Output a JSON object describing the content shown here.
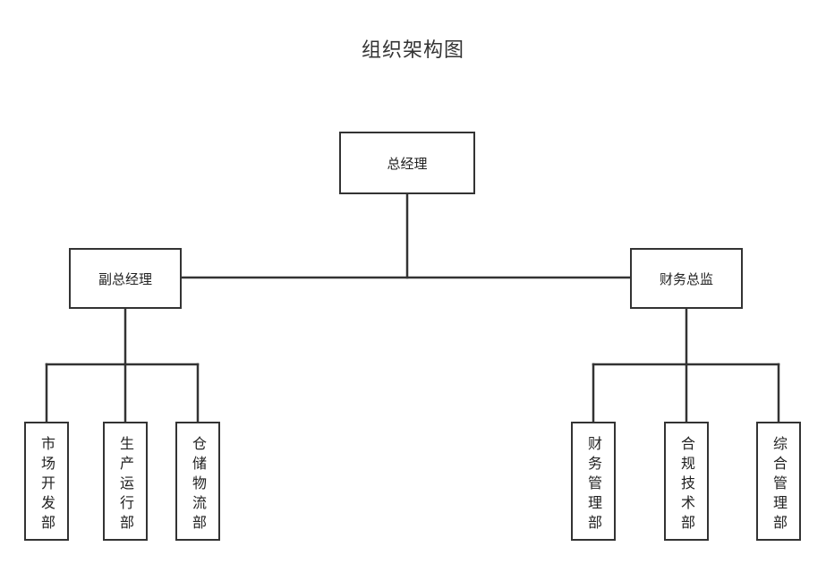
{
  "diagram": {
    "title": "组织架构图",
    "root": {
      "label": "总经理"
    },
    "branches": [
      {
        "label": "副总经理",
        "children": [
          "市场开发部",
          "生产运行部",
          "仓储物流部"
        ]
      },
      {
        "label": "财务总监",
        "children": [
          "财务管理部",
          "合规技术部",
          "综合管理部"
        ]
      }
    ]
  }
}
